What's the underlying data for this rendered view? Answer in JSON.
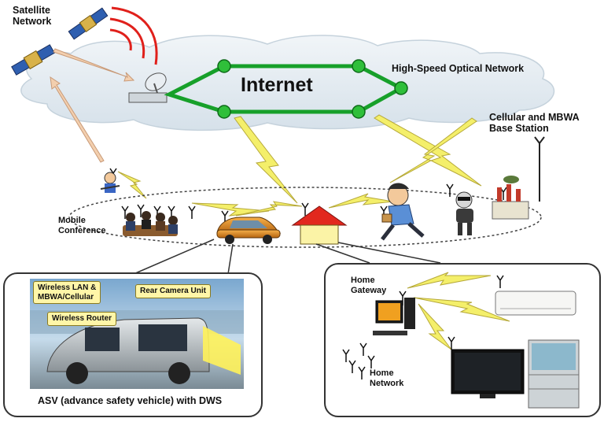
{
  "labels": {
    "satellite_network": "Satellite\nNetwork",
    "internet": "Internet",
    "optical_network": "High-Speed Optical Network",
    "base_station": "Cellular and MBWA\nBase Station",
    "mobile_conference": "Mobile\nConference",
    "home_gateway": "Home\nGateway",
    "home_network": "Home\nNetwork",
    "asv_caption": "ASV (advance safety vehicle) with DWS"
  },
  "callouts": {
    "wlan": "Wireless LAN &\nMBWA/Cellular",
    "rear_camera": "Rear Camera Unit",
    "wireless_router": "Wireless Router"
  },
  "colors": {
    "internet_ring": "#17a02a",
    "node_fill": "#2fbf3a",
    "signal_arc": "#e0201b",
    "lightning": "#f4ef6a",
    "lightning_edge": "#b6a93a",
    "uplink_arrow": "#f3cfae",
    "cloud": "#e3ecf2"
  },
  "icons": [
    "satellite-icon",
    "dish-antenna-icon",
    "antenna-icon",
    "house-icon",
    "car-icon",
    "desktop-pc-icon",
    "air-conditioner-icon",
    "television-icon",
    "refrigerator-icon",
    "factory-icon",
    "robot-icon",
    "running-man-icon",
    "meeting-people-icon"
  ]
}
